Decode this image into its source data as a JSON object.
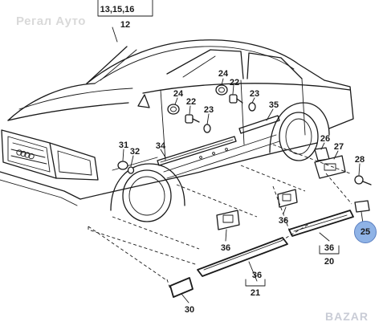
{
  "watermark": "Регал Ауто",
  "badge": "BAZAR",
  "header_group": {
    "top": "13,15,16",
    "bottom": "12"
  },
  "labels": {
    "p24_center": "24",
    "p22_center": "22",
    "p23_center": "23",
    "p24_rear": "24",
    "p22_rear": "22",
    "p23_rear": "23",
    "p35": "35",
    "p34": "34",
    "p31": "31",
    "p32": "32",
    "p26": "26",
    "p27": "27",
    "p28": "28",
    "p36_a": "36",
    "p36_b": "36",
    "p36_c": "36",
    "p36_d": "36",
    "p20": "20",
    "p21": "21",
    "p30": "30",
    "p25": "25"
  }
}
